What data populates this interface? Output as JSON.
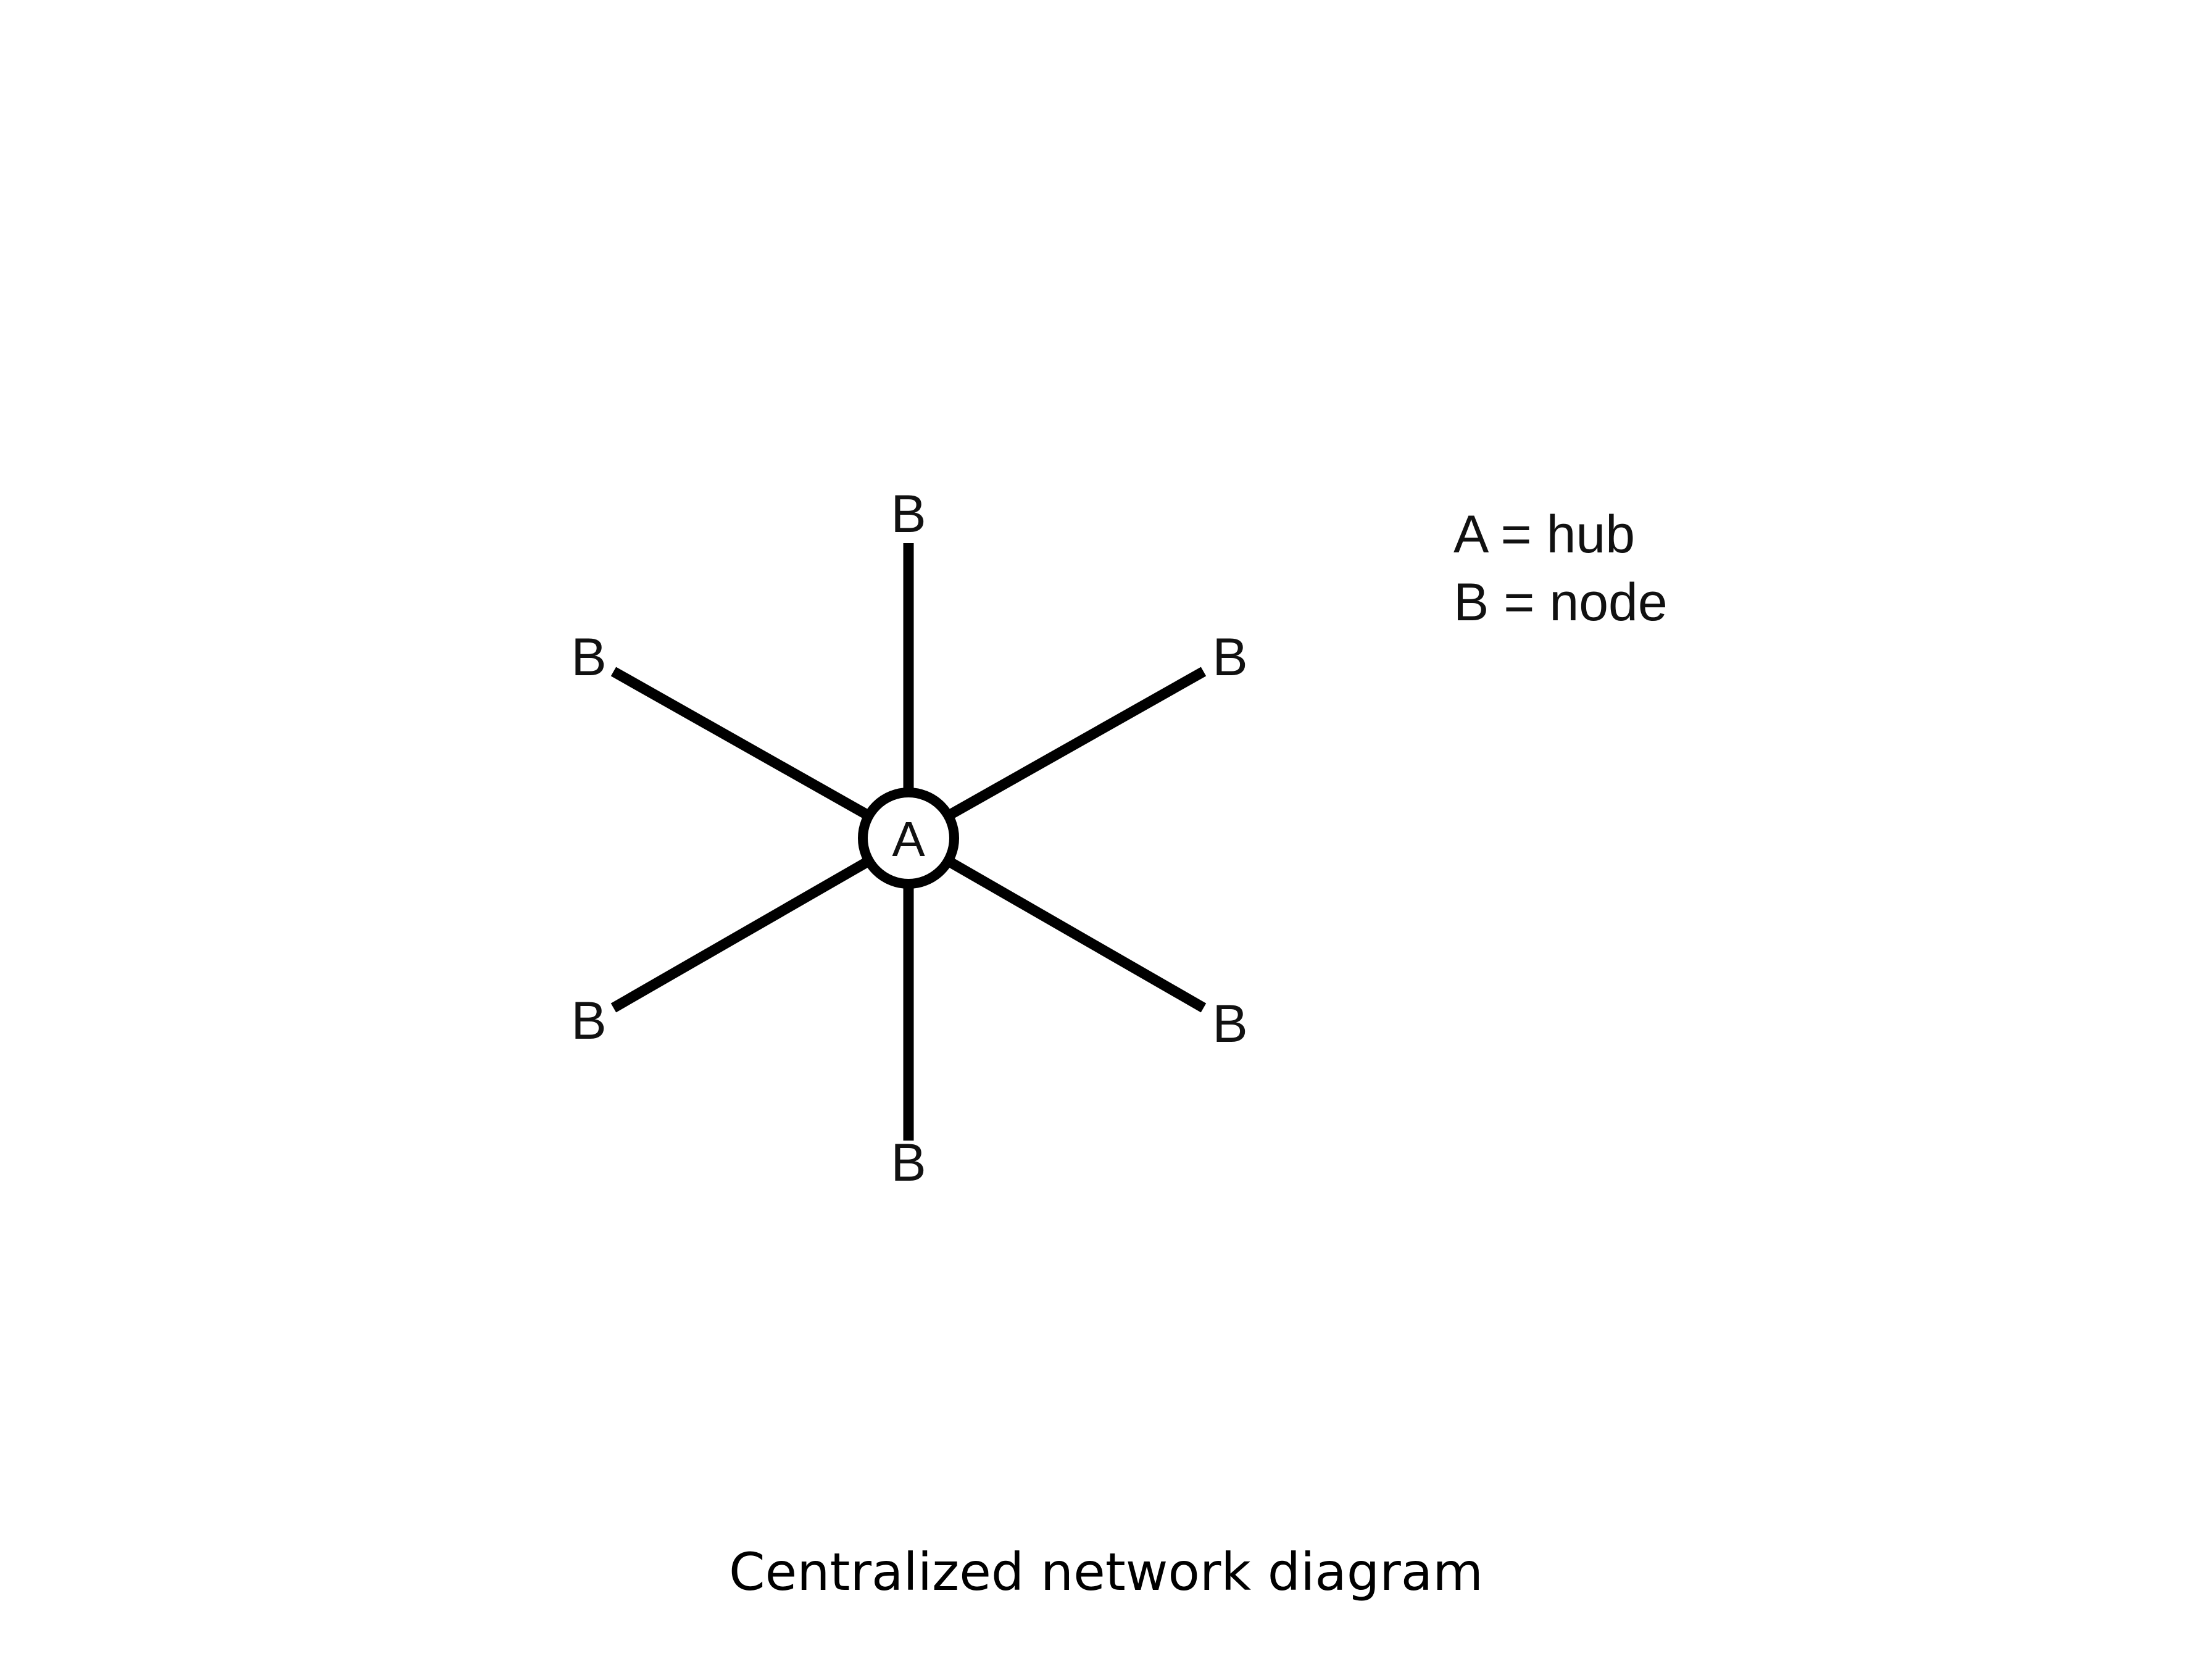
{
  "diagram": {
    "hub": {
      "label": "A"
    },
    "nodes": [
      {
        "label": "B",
        "direction": "top"
      },
      {
        "label": "B",
        "direction": "top-left"
      },
      {
        "label": "B",
        "direction": "top-right"
      },
      {
        "label": "B",
        "direction": "bottom-left"
      },
      {
        "label": "B",
        "direction": "bottom-right"
      },
      {
        "label": "B",
        "direction": "bottom"
      }
    ],
    "edge_color": "#000000"
  },
  "legend": {
    "line1": "A = hub",
    "line2": "B = node"
  },
  "caption": "Centralized network diagram"
}
